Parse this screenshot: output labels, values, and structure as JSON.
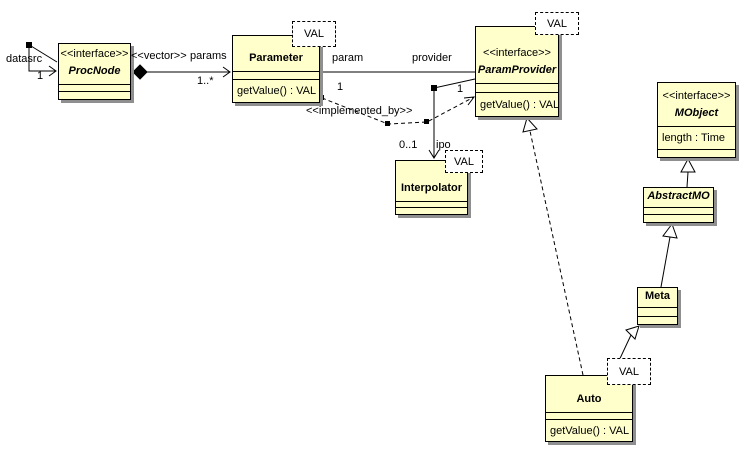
{
  "colors": {
    "background": "#ffffff",
    "class-fill": "#ffffcc",
    "border": "#000000",
    "shadow": "#8f8f8f"
  },
  "classes": {
    "procnode": {
      "stereotype": "<<interface>>",
      "name": "ProcNode",
      "attributes": [],
      "operations": []
    },
    "parameter": {
      "name": "Parameter",
      "template_param": "VAL",
      "attributes": [],
      "operations": [
        "getValue() : VAL"
      ]
    },
    "paramprovider": {
      "stereotype": "<<interface>>",
      "name": "ParamProvider",
      "template_param": "VAL",
      "attributes": [],
      "operations": [
        "getValue() : VAL"
      ]
    },
    "interpolator": {
      "name": "Interpolator",
      "template_param": "VAL",
      "attributes": [],
      "operations": []
    },
    "mobject": {
      "stereotype": "<<interface>>",
      "name": "MObject",
      "attributes": [
        "length : Time"
      ],
      "operations": []
    },
    "abstractmo": {
      "name": "AbstractMO",
      "attributes": [],
      "operations": []
    },
    "meta": {
      "name": "Meta",
      "attributes": [],
      "operations": []
    },
    "auto": {
      "name": "Auto",
      "template_param": "VAL",
      "attributes": [],
      "operations": [
        "getValue() : VAL"
      ]
    }
  },
  "edge_labels": {
    "datasrc_role": "datasrc",
    "datasrc_mult": "1",
    "vector_stereotype": "<<vector>>",
    "params_role": "params",
    "params_mult": "1..*",
    "param_role": "param",
    "provider_role": "provider",
    "implemented_by_stereotype": "<<implemented_by>>",
    "implemented_by_mult_parameter": "1",
    "provider_end_mult": "1",
    "ipo_mult": "0..1",
    "ipo_role": "ipo"
  }
}
